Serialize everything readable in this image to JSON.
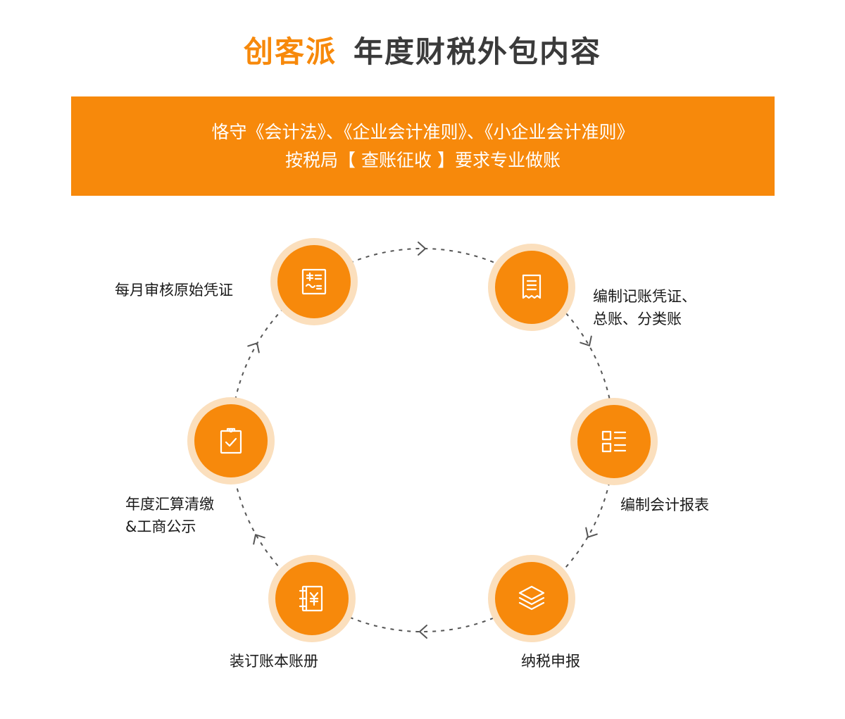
{
  "title": {
    "brand": "创客派",
    "main": "年度财税外包内容"
  },
  "banner": {
    "line1": "恪守《会计法》、《企业会计准则》、《小企业会计准则》",
    "line2": "按税局【 查账征收 】要求专业做账"
  },
  "colors": {
    "accent": "#F7890B",
    "accent_light": "#FBDFBD",
    "title_dark": "#3a3a3a"
  },
  "steps": [
    {
      "icon": "voucher-icon",
      "lines": [
        "每月审核原始凭证"
      ]
    },
    {
      "icon": "receipt-icon",
      "lines": [
        "编制记账凭证、",
        "总账、分类账"
      ]
    },
    {
      "icon": "report-list-icon",
      "lines": [
        "编制会计报表"
      ]
    },
    {
      "icon": "layers-icon",
      "lines": [
        "纳税申报"
      ]
    },
    {
      "icon": "ledger-book-icon",
      "lines": [
        "装订账本账册"
      ]
    },
    {
      "icon": "clipboard-check-icon",
      "lines": [
        "年度汇算清缴",
        "&工商公示"
      ]
    }
  ]
}
